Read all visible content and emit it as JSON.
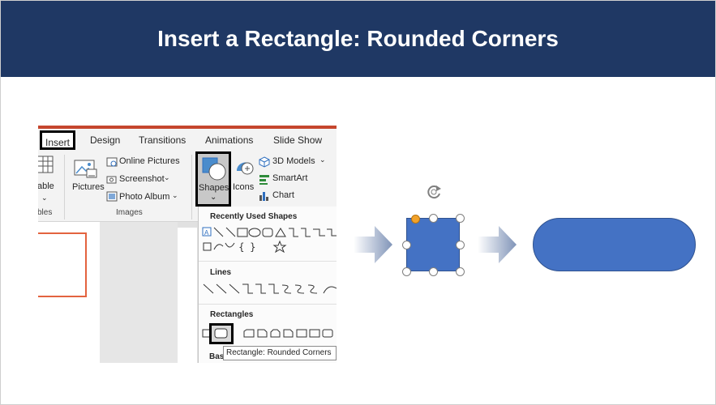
{
  "slide": {
    "title": "Insert a Rectangle: Rounded Corners"
  },
  "tabs": {
    "insert": "Insert",
    "design": "Design",
    "transitions": "Transitions",
    "animations": "Animations",
    "slide_show": "Slide Show"
  },
  "ribbon": {
    "table_label_partial": "able",
    "tables_group_partial": "bles",
    "pictures": "Pictures",
    "online_pictures": "Online Pictures",
    "screenshot": "Screenshot",
    "photo_album": "Photo Album",
    "images_group": "Images",
    "shapes": "Shapes",
    "icons": "Icons",
    "models_3d": "3D Models",
    "smartart": "SmartArt",
    "chart": "Chart"
  },
  "dropdown": {
    "recent_heading": "Recently Used Shapes",
    "lines_heading": "Lines",
    "rectangles_heading": "Rectangles",
    "basic_partial": "Bas",
    "tooltip": "Rectangle: Rounded Corners"
  },
  "colors": {
    "banner": "#1f3864",
    "shape_fill": "#4472c4",
    "shape_border": "#2f528f",
    "adjust_handle": "#f2a22a",
    "ribbon_accent": "#c5462d"
  }
}
